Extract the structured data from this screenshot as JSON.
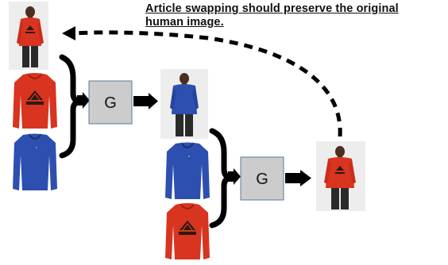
{
  "caption": {
    "line1": "Article swapping should preserve the original",
    "line2": "human image."
  },
  "generators": [
    {
      "label": "G"
    },
    {
      "label": "G"
    }
  ],
  "colors": {
    "red_hoodie": "#d8341f",
    "blue_sweater": "#2d4fb0",
    "generator_fill": "#cccccc",
    "generator_stroke": "#5b7aa0",
    "arrow": "#000000"
  }
}
